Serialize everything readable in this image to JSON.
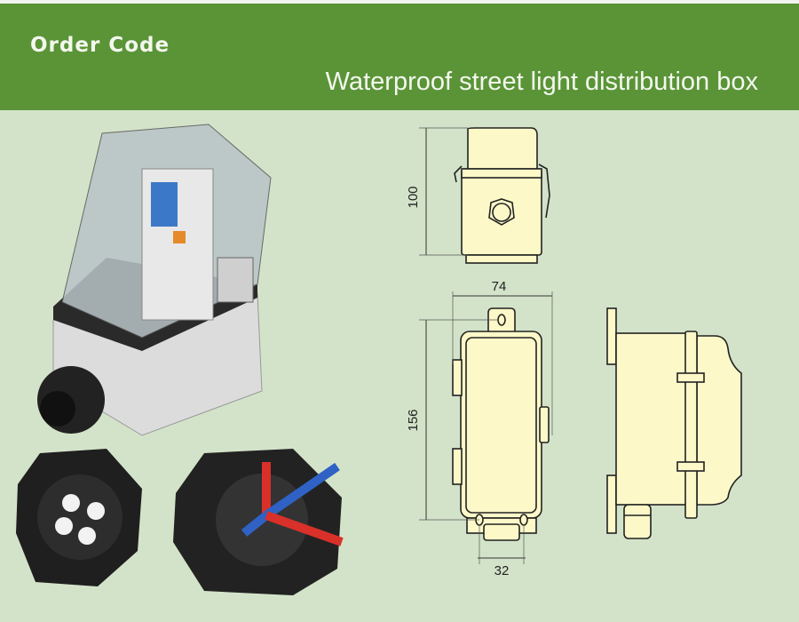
{
  "header": {
    "title": "Order Code",
    "subtitle": "Waterproof street light distribution box"
  },
  "drawing": {
    "dimensions": {
      "height_top_view": "100",
      "width": "74",
      "length": "156",
      "gland_spacing": "32"
    }
  },
  "colors": {
    "header": "#5a9437",
    "background": "#d3e3c9",
    "drawing_fill": "#fdf8c8"
  }
}
